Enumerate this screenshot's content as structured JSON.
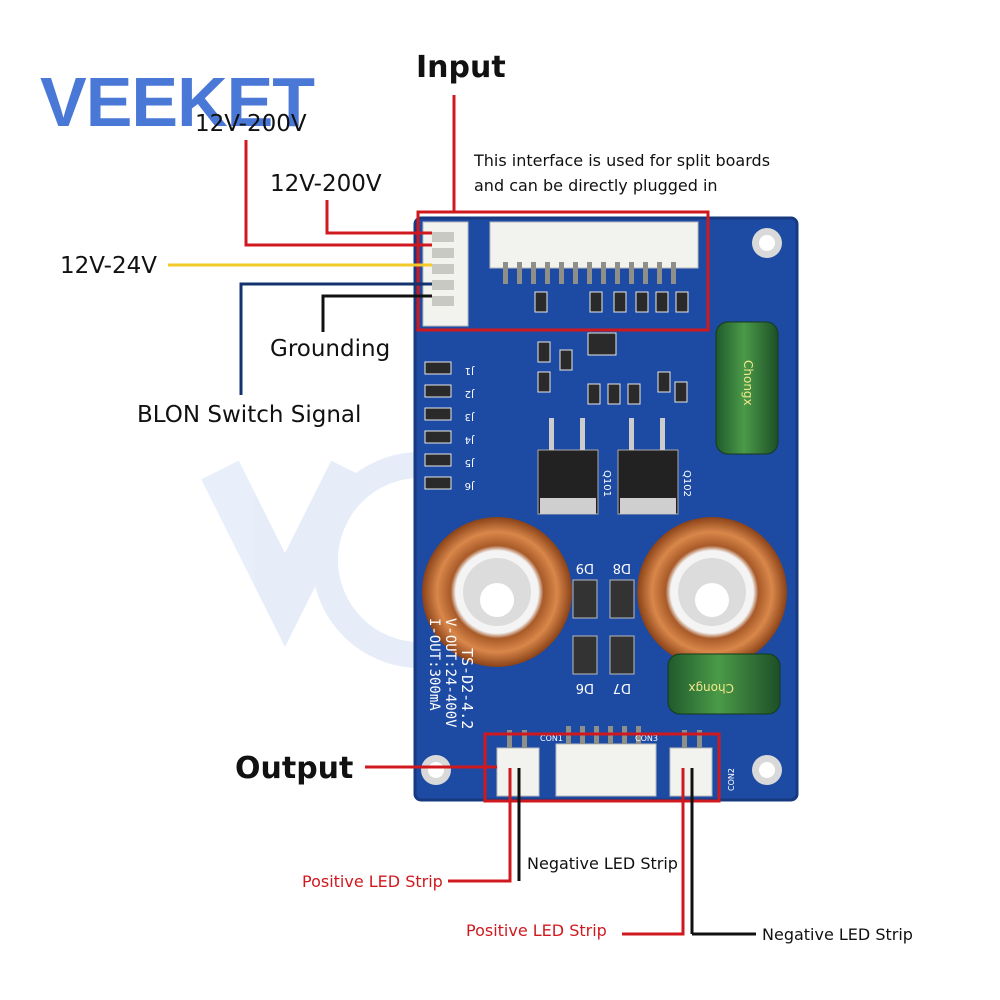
{
  "brand": {
    "logo_text": "VEEKET",
    "colors": {
      "logo": "#4a78d6",
      "board": "#1d4aa3",
      "red": "#d0191f",
      "yellow": "#f2c928",
      "navy": "#14336e"
    }
  },
  "labels": {
    "input": "Input",
    "output": "Output",
    "interface_note_line1": "This interface is used for split boards",
    "interface_note_line2": "and can be directly plugged in",
    "voltage_a": "12V-200V",
    "voltage_b": "12V-200V",
    "voltage_c": "12V-24V",
    "grounding": "Grounding",
    "blon": "BLON Switch Signal",
    "positive_led_1": "Positive LED Strip",
    "negative_led_1": "Negative LED Strip",
    "positive_led_2": "Positive LED Strip",
    "negative_led_2": "Negative LED Strip"
  },
  "board": {
    "silkscreen_model": "TS-D2-4.2",
    "silkscreen_out_v": "V-OUT:24-400V",
    "silkscreen_out_i": "I-OUT:300mA",
    "diodes": [
      "D9",
      "D8",
      "D6",
      "D7"
    ],
    "transistors": [
      "Q101",
      "Q102"
    ],
    "capacitor_brand": "Chongx",
    "connectors": [
      "CON1",
      "CON3",
      "CON2"
    ],
    "jumpers": [
      "J1",
      "J2",
      "J3",
      "J4",
      "J5",
      "J6"
    ]
  }
}
